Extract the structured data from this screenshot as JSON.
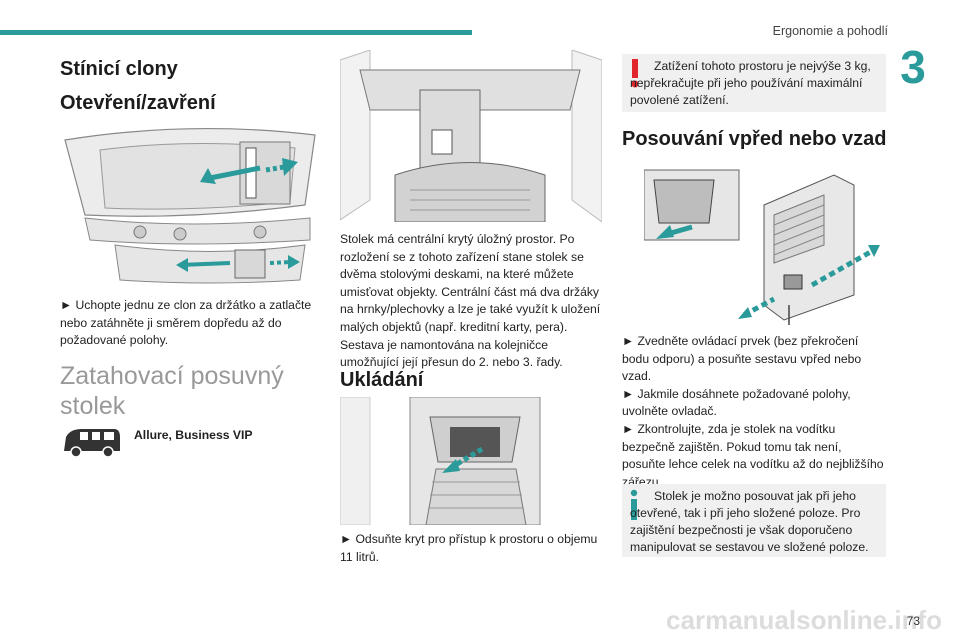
{
  "header": {
    "section": "Ergonomie a pohodlí",
    "chapter": "3"
  },
  "col1": {
    "title": "Stínicí clony",
    "subtitle": "Otevření/zavření",
    "text1": "► Uchopte jednu ze clon za držátko a zatlačte nebo zatáhněte ji směrem dopředu až do požadované polohy.",
    "title2": "Zatahovací posuvný stolek",
    "badge": "Allure, Business VIP"
  },
  "col2": {
    "text1": "Stolek má centrální krytý úložný prostor. Po rozložení se z tohoto zařízení stane stolek se dvěma stolovými deskami, na které můžete umisťovat objekty. Centrální část má dva držáky na hrnky/plechovky a lze je také využít k uložení malých objektů (např. kreditní karty, pera). Sestava je namontována na kolejničce umožňující její přesun do 2. nebo 3. řady.",
    "title": "Ukládání",
    "text2": "► Odsuňte kryt pro přístup k prostoru o objemu 11 litrů."
  },
  "col3": {
    "warning": "Zatížení tohoto prostoru je nejvýše 3 kg, nepřekračujte při jeho používání maximální povolené zatížení.",
    "title": "Posouvání vpřed nebo vzad",
    "steps": "► Zvedněte ovládací prvek (bez překročení bodu odporu) a posuňte sestavu vpřed nebo vzad.\n► Jakmile dosáhnete požadované polohy, uvolněte ovladač.\n► Zkontrolujte, zda je stolek na vodítku bezpečně zajištěn. Pokud tomu tak není, posuňte lehce celek na vodítku až do nejbližšího zářezu.",
    "info": "Stolek je možno posouvat jak při jeho otevřené, tak i při jeho složené poloze. Pro zajištění bezpečnosti je však doporučeno manipulovat se sestavou ve složené poloze."
  },
  "footer": {
    "page": "73",
    "watermark": "carmanualsonline.info"
  },
  "colors": {
    "accent": "#2b9a9a",
    "warning": "#e0262c",
    "info": "#2b9a9a"
  },
  "icons": [
    "warning-icon",
    "info-icon",
    "van-icon",
    "double-arrow-icon"
  ]
}
